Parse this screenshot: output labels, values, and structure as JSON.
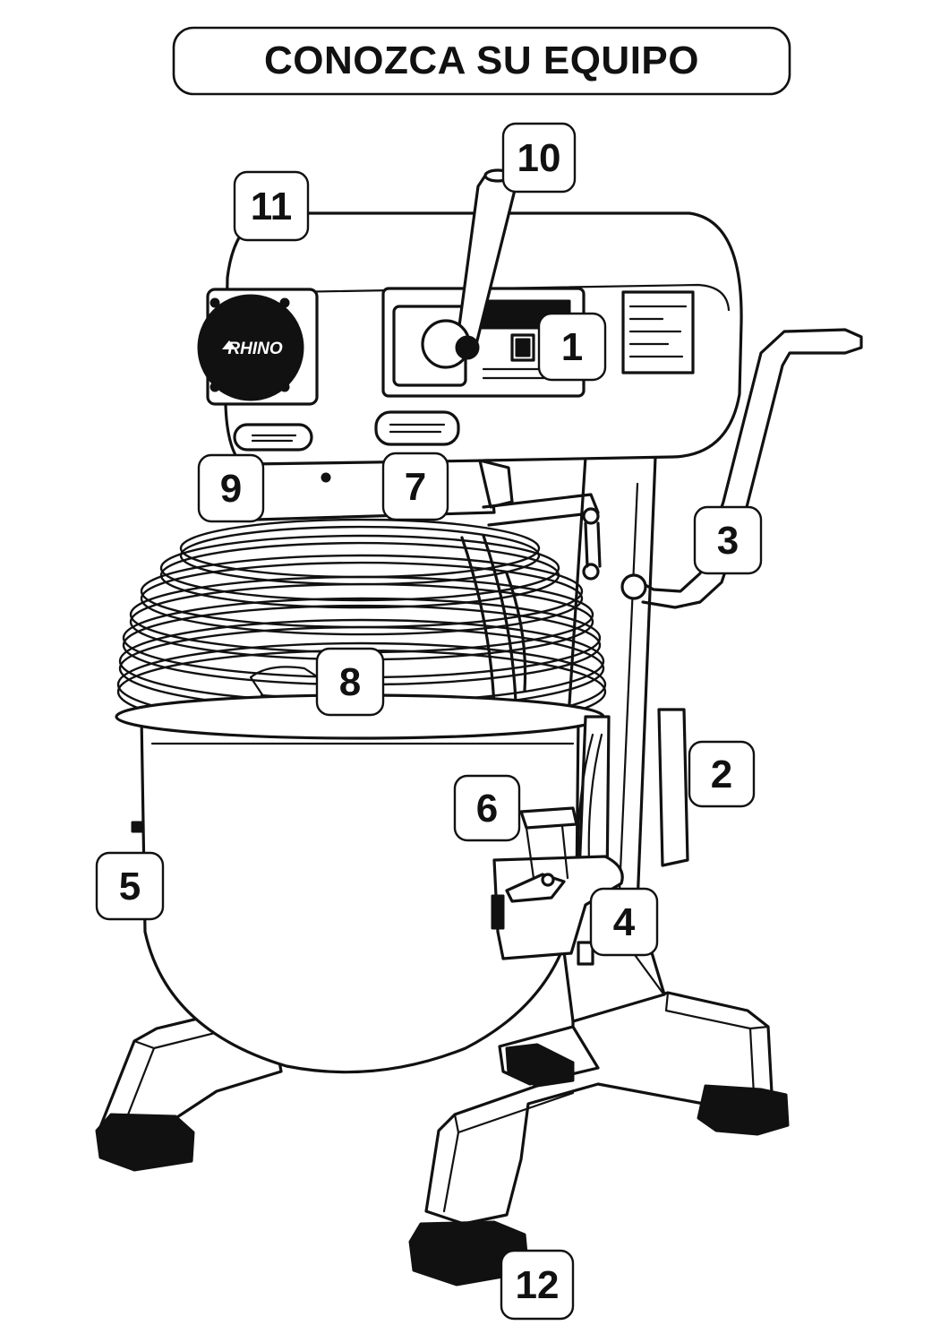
{
  "title": "CONOZCA SU EQUIPO",
  "logo": {
    "text": "RHINO",
    "icon": "rhino-logo-icon"
  },
  "callouts": [
    {
      "id": "1",
      "label": "1"
    },
    {
      "id": "2",
      "label": "2"
    },
    {
      "id": "3",
      "label": "3"
    },
    {
      "id": "4",
      "label": "4"
    },
    {
      "id": "5",
      "label": "5"
    },
    {
      "id": "6",
      "label": "6"
    },
    {
      "id": "7",
      "label": "7"
    },
    {
      "id": "8",
      "label": "8"
    },
    {
      "id": "9",
      "label": "9"
    },
    {
      "id": "10",
      "label": "10"
    },
    {
      "id": "11",
      "label": "11"
    },
    {
      "id": "12",
      "label": "12"
    }
  ],
  "colors": {
    "line": "#111111",
    "fill": "#ffffff",
    "feet": "#111111"
  }
}
